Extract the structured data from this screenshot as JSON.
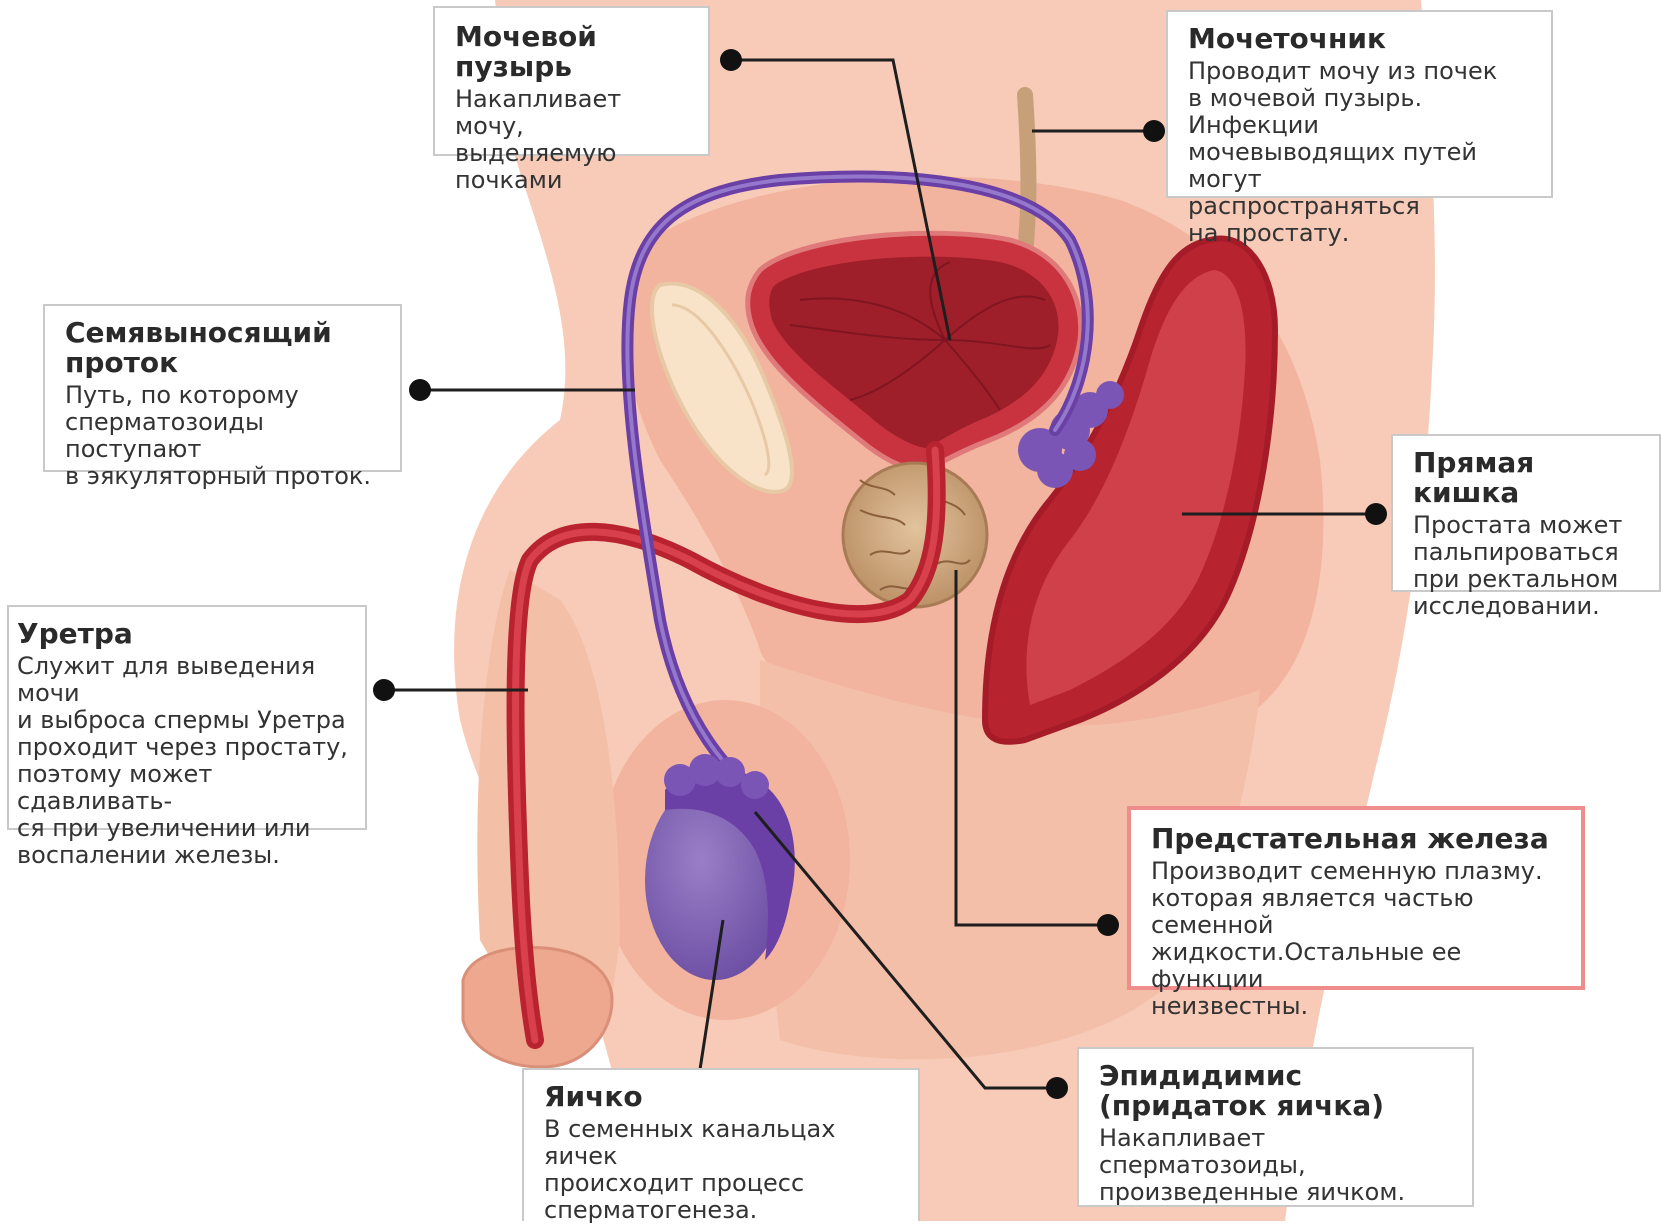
{
  "labels": {
    "bladder": {
      "title": "Мочевой пузырь",
      "lines": [
        "Накапливает мочу,",
        "выделяемую",
        "почками"
      ]
    },
    "ureter": {
      "title": "Мочеточник",
      "lines": [
        "Проводит мочу из почек",
        "в мочевой пузырь. Инфекции",
        "мочевыводящих путей могут",
        "распространяться",
        "на простату."
      ]
    },
    "vas": {
      "title_lines": [
        "Семявыносящий",
        "проток"
      ],
      "lines": [
        "Путь, по которому",
        "сперматозоиды поступают",
        "в эякуляторный проток."
      ]
    },
    "rectum": {
      "title": "Прямая кишка",
      "lines": [
        "Простата может",
        "пальпироваться",
        "при ректальном",
        "исследовании."
      ]
    },
    "urethra": {
      "title": "Уретра",
      "lines": [
        "Служит для выведения мочи",
        "и выброса спермы Уретра",
        "проходит через простату,",
        "поэтому может сдавливать-",
        "ся при увеличении или",
        "воспалении железы."
      ]
    },
    "prostate": {
      "title": "Предстательная железа",
      "lines": [
        "Производит семенную плазму.",
        "которая является частью семенной",
        "жидкости.Остальные ее функции",
        "неизвестны."
      ]
    },
    "testis": {
      "title": "Яичко",
      "lines": [
        "В семенных канальцах яичек",
        "происходит процесс",
        "сперматогенеза."
      ]
    },
    "epididymis": {
      "title_lines": [
        "Эпидидимис",
        "(придаток яичка)"
      ],
      "lines": [
        "Накапливает сперматозоиды,",
        "произведенные яичком."
      ]
    }
  },
  "colors": {
    "skin_outer": "#f7cbb7",
    "skin_inner": "#f2b49e",
    "organ_dark": "#9e1f2a",
    "organ_red": "#c8333f",
    "vas_purple": "#6a3fa6",
    "testis_purple": "#8a6bb8",
    "prostate_tan": "#c9a27a",
    "ureter_tan": "#c7a07a",
    "highlight_border": "#ef8d8d",
    "leader": "#1e1e1e"
  }
}
